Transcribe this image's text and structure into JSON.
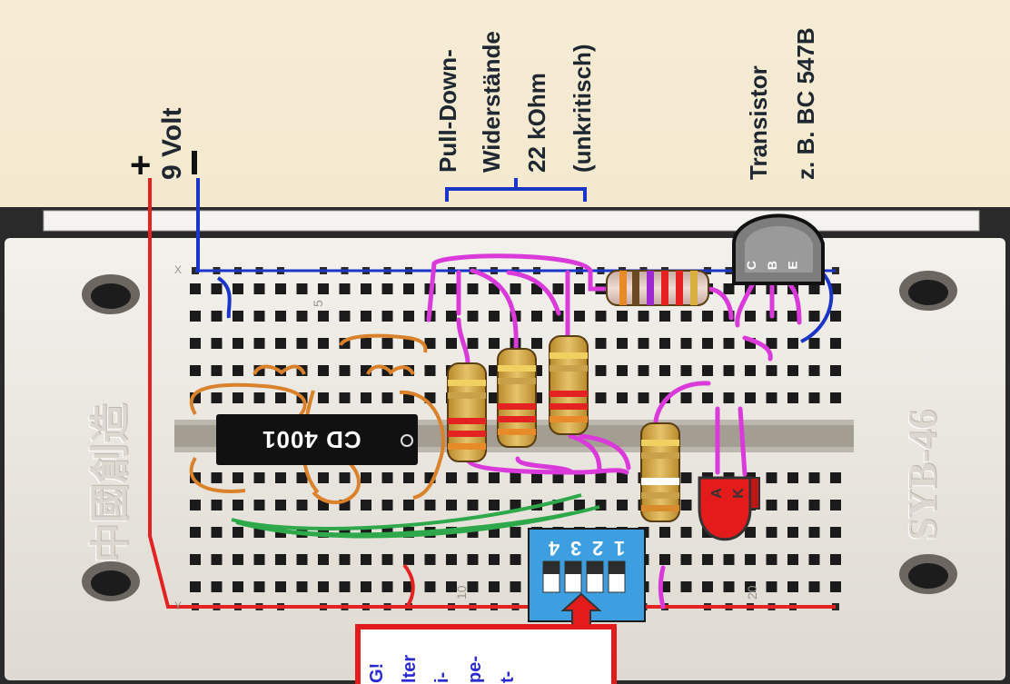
{
  "labels": {
    "voltage": "9 Volt",
    "plus": "+",
    "minus": "-",
    "pulldown_line1": "Pull-Down-",
    "pulldown_line2": "Widerstände",
    "pulldown_line3": "22 kOhm",
    "pulldown_line4": "(unkritisch)",
    "transistor_line1": "Transistor",
    "transistor_line2": "z. B. BC 547B"
  },
  "chip": {
    "label": "CD 4001"
  },
  "board": {
    "logo_left": "中國創造",
    "logo_right": "SYB-46",
    "row_x": "X",
    "row_y": "Y",
    "col_5": "5",
    "col_10": "10",
    "col_20": "20"
  },
  "dip_switch": {
    "numbers": [
      "1",
      "2",
      "3",
      "4"
    ]
  },
  "transistor": {
    "pins": [
      "C",
      "B",
      "E"
    ]
  },
  "led": {
    "pins": [
      "A",
      "K"
    ]
  },
  "warning_fragments": [
    "G!",
    "lter",
    "i-",
    "pe-",
    "t-"
  ],
  "colors": {
    "wire_positive": "#e52222",
    "wire_negative": "#1a35c8",
    "wire_magenta": "#d93ad9",
    "wire_orange": "#d9822b",
    "wire_green": "#2ea84a",
    "dip_switch": "#3d9ee0",
    "led": "#e31b1b",
    "chip": "#111111",
    "board": "#ece9e2"
  }
}
